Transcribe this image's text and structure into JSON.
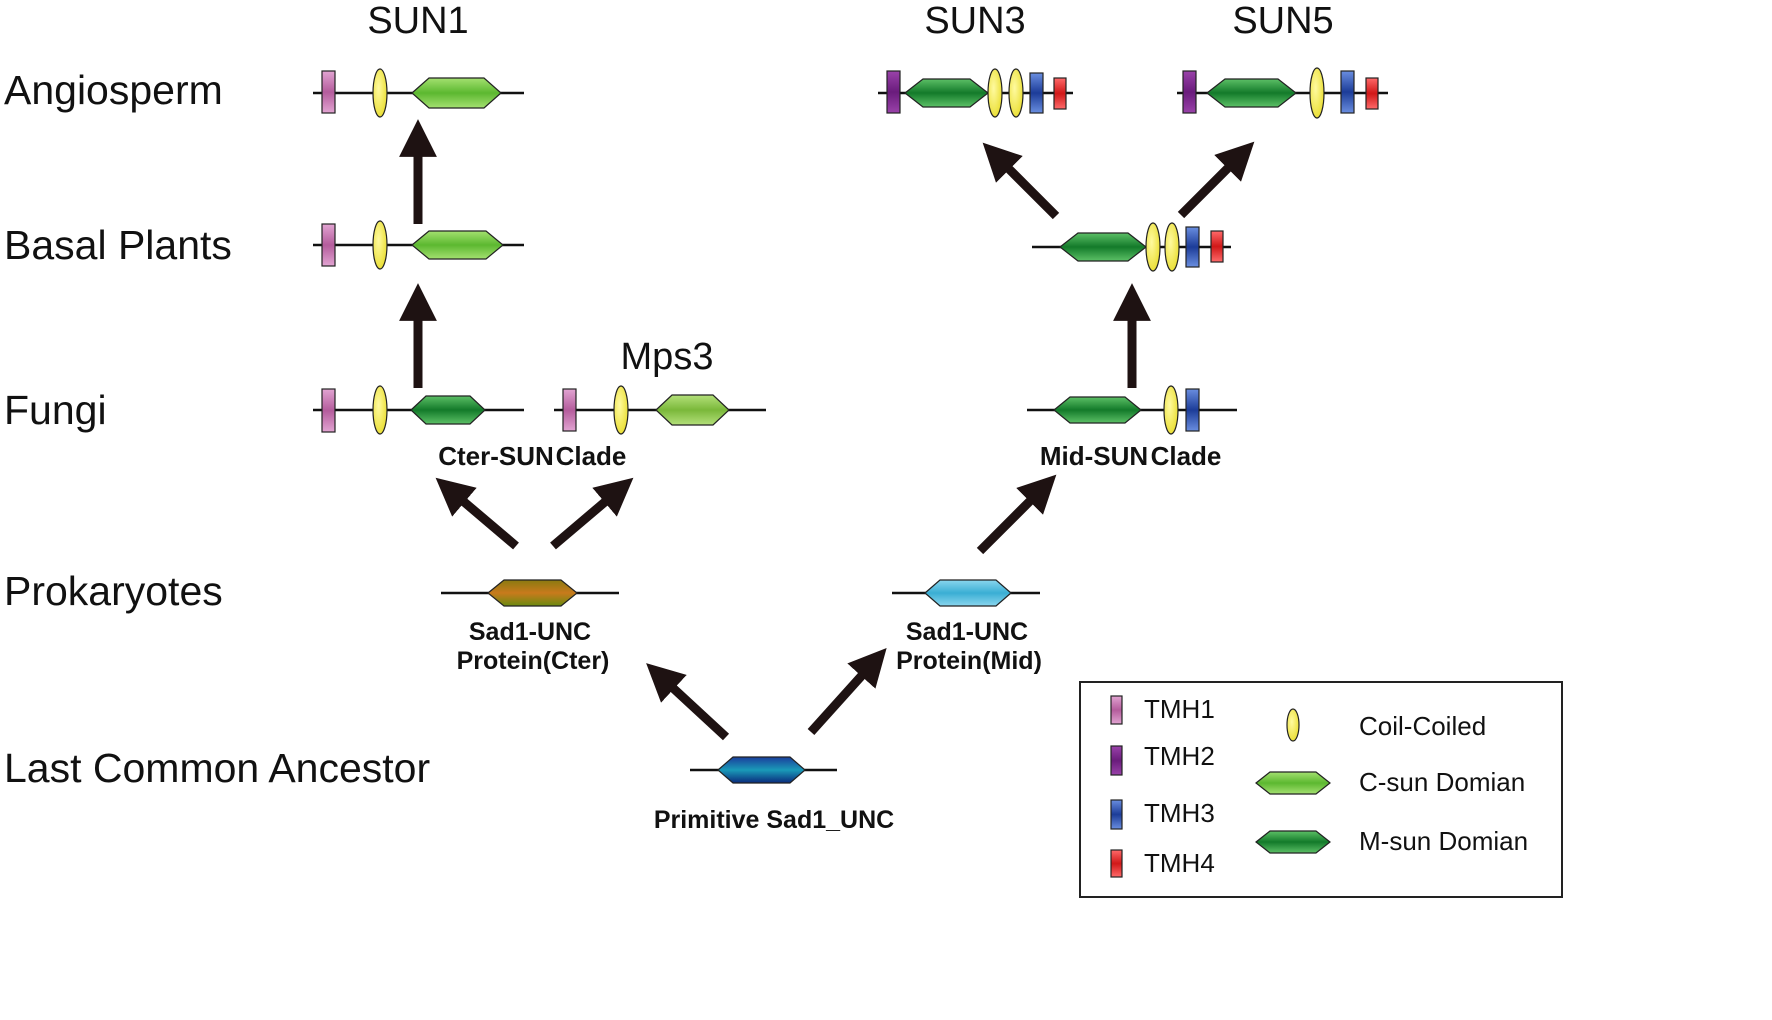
{
  "row_labels": {
    "angiosperm": "Angiosperm",
    "basal_plants": "Basal Plants",
    "fungi": "Fungi",
    "prokaryotes": "Prokaryotes",
    "lca": "Last Common Ancestor"
  },
  "protein_names": {
    "sun1": "SUN1",
    "sun3": "SUN3",
    "sun5": "SUN5",
    "mps3": "Mps3"
  },
  "clade_labels": {
    "cter_sun": "Cter-SUN",
    "cter_clade": "Clade",
    "mid_sun": "Mid-SUN",
    "mid_clade": "Clade"
  },
  "node_labels": {
    "cter_line1": "Sad1-UNC",
    "cter_line2": "Protein(Cter)",
    "mid_line1": "Sad1-UNC",
    "mid_line2": "Protein(Mid)",
    "primitive": "Primitive Sad1_UNC"
  },
  "legend": {
    "tmh1": "TMH1",
    "tmh2": "TMH2",
    "tmh3": "TMH3",
    "tmh4": "TMH4",
    "coil": "Coil-Coiled",
    "c_sun": "C-sun Domian",
    "m_sun": "M-sun Domian"
  },
  "colors": {
    "tmh1": "#c070a8",
    "tmh2": "#7c2a8c",
    "tmh3": "#2a55a8",
    "tmh4": "#d82828",
    "coil": "#f2ec4a",
    "c_sun": "#7ac943",
    "m_sun": "#2e9a3e",
    "cter_protein": "#b87a18",
    "mid_protein": "#4ab8d8",
    "primitive": "#1a4ea0",
    "arrow": "#1e1212"
  }
}
